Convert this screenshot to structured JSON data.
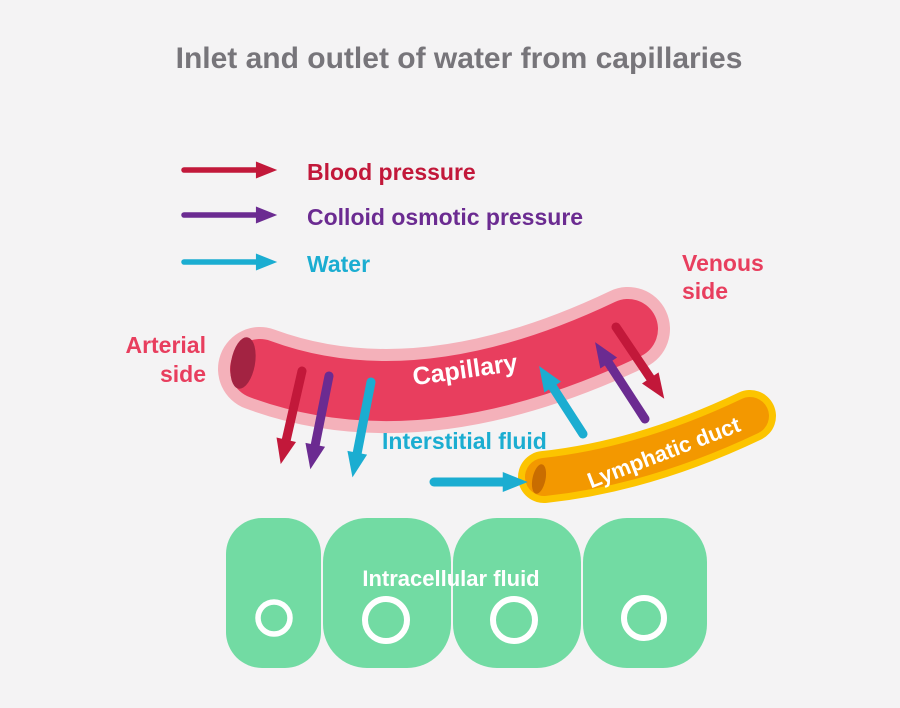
{
  "title": "Inlet and outlet of water from capillaries",
  "legend": {
    "items": [
      {
        "label": "Blood pressure",
        "color": "#c2183a"
      },
      {
        "label": "Colloid osmotic pressure",
        "color": "#6b2b91"
      },
      {
        "label": "Water",
        "color": "#1badd1"
      }
    ]
  },
  "diagram": {
    "capillary_label": "Capillary",
    "arterial_side": [
      "Arterial",
      "side"
    ],
    "venous_side": [
      "Venous",
      "side"
    ],
    "interstitial_label": "Interstitial fluid",
    "lymphatic_label": "Lymphatic duct",
    "intracellular_label": "Intracellular fluid"
  },
  "colors": {
    "background": "#f4f3f4",
    "title_text": "#77757a",
    "blood_pressure_red": "#c2183a",
    "colloid_osmotic_purple": "#6b2b91",
    "water_cyan": "#1badd1",
    "capillary_fill": "#e83e5e",
    "capillary_outline": "#f4b1ba",
    "capillary_opening": "#a32342",
    "side_label_pink": "#e83e5e",
    "lymphatic_fill": "#f39800",
    "lymphatic_outline": "#fcc400",
    "lymphatic_opening": "#c96d00",
    "cell_green": "#72dba3",
    "shape_label_white": "#ffffff"
  }
}
